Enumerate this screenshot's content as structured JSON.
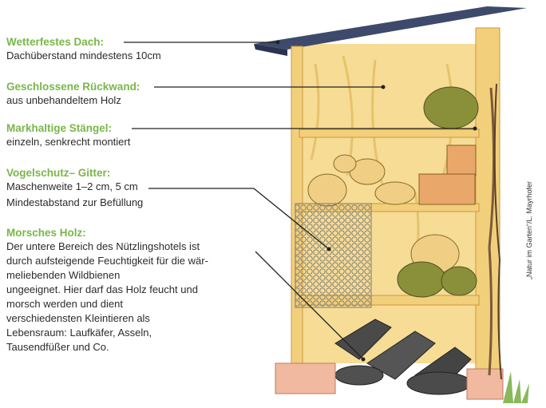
{
  "annotations": [
    {
      "id": "dach",
      "heading": "Wetterfestes Dach:",
      "lines": [
        "Dachüberstand mindestens 10cm"
      ]
    },
    {
      "id": "rueckwand",
      "heading": "Geschlossene Rückwand:",
      "lines": [
        "aus unbehandeltem Holz"
      ]
    },
    {
      "id": "staengel",
      "heading": "Markhaltige Stängel:",
      "lines": [
        "einzeln, senkrecht montiert"
      ]
    },
    {
      "id": "gitter",
      "heading": "Vogelschutz– Gitter:",
      "lines": [
        "Maschenweite 1–2 cm, 5 cm",
        "Mindestabstand zur Befüllung"
      ]
    },
    {
      "id": "holz",
      "heading": "Morsches Holz:",
      "lines": [
        "Der untere Bereich des Nützlingshotels ist",
        "durch aufsteigende Feuchtigkeit für die wär-",
        "meliebenden Wildbienen",
        "ungeeignet. Hier darf das Holz feucht und",
        "morsch werden und dient",
        "verschiedensten Kleintieren als",
        "Lebensraum: Laufkäfer, Asseln,",
        "Tausendfüßer und Co."
      ]
    }
  ],
  "credit": "„Natur im Garten“/L. Mayrhofer",
  "colors": {
    "heading": "#7ab648",
    "text": "#2b2b2b",
    "roof": "#3d4a6b",
    "wood": "#f2cf7a",
    "wood_dark": "#c9993f",
    "brick": "#f1b9a0"
  }
}
